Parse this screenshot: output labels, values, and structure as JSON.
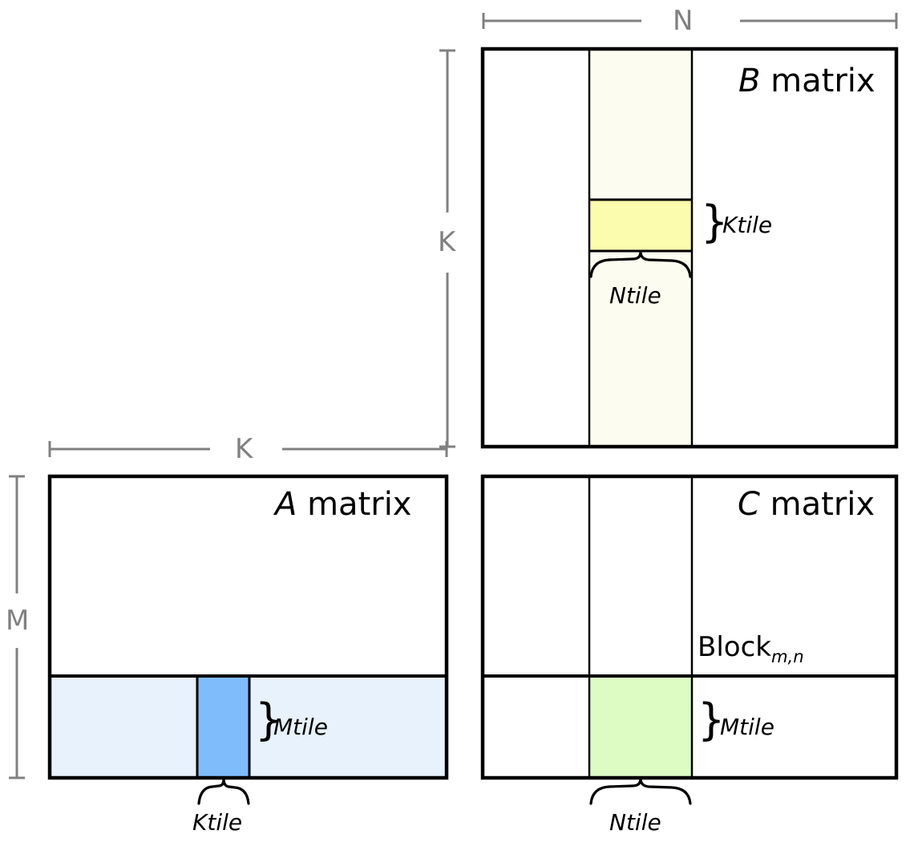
{
  "diagram": {
    "title": "Tiled matrix multiplication blocking diagram",
    "colors": {
      "outline": "#000000",
      "dimension_line": "#808080",
      "b_column_stripe": "#FCFCF0",
      "b_ktile": "#FCFCAE",
      "a_row_stripe": "#E8F2FD",
      "a_tile": "#7FBCFC",
      "c_tile": "#DCFCC4",
      "background": "#FFFFFF"
    }
  },
  "dimensions": {
    "n_label": "N",
    "k_vertical_label": "K",
    "k_horizontal_label": "K",
    "m_label": "M"
  },
  "matrices": {
    "b": {
      "name_italic": "B",
      "name_rest": " matrix",
      "ktile_label": "Ktile",
      "ntile_label": "Ntile",
      "brace_right": "}",
      "width_dim": "N",
      "height_dim": "K"
    },
    "a": {
      "name_italic": "A",
      "name_rest": " matrix",
      "mtile_label": "Mtile",
      "ktile_label": "Ktile",
      "brace_right": "}",
      "width_dim": "K",
      "height_dim": "M"
    },
    "c": {
      "name_italic": "C",
      "name_rest": " matrix",
      "block_label_main": "Block",
      "block_label_sub": "m,n",
      "mtile_label": "Mtile",
      "ntile_label": "Ntile",
      "brace_right": "}"
    }
  }
}
